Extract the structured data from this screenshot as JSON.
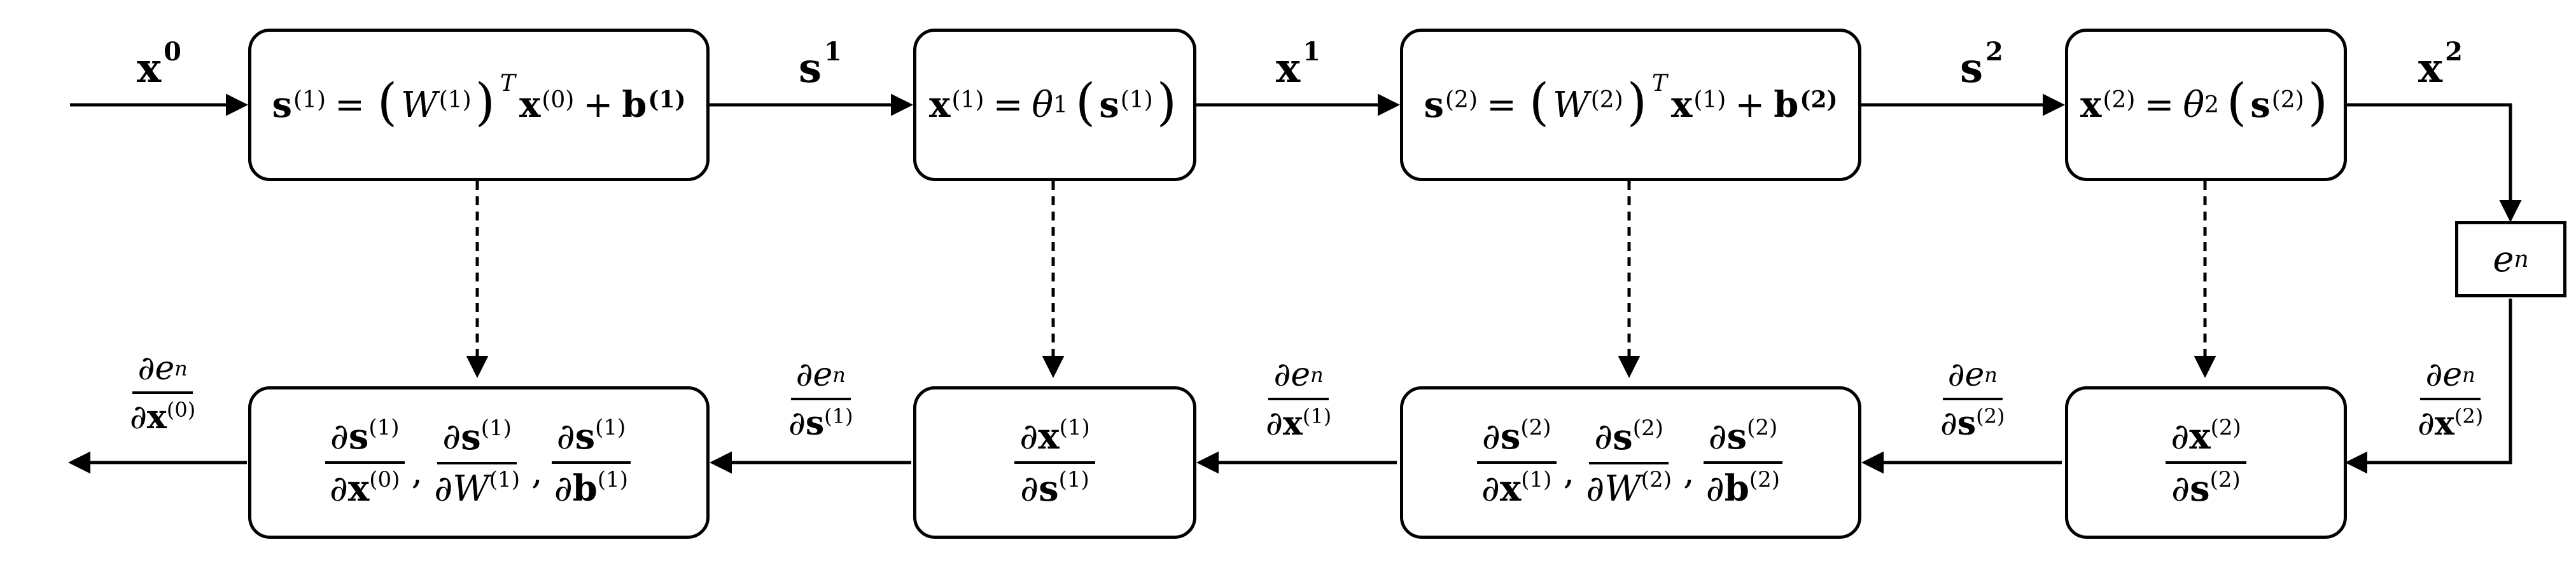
{
  "forward": {
    "in_label": {
      "base": "x",
      "sup": "0"
    },
    "s1_label": {
      "base": "s",
      "sup": "1"
    },
    "x1_label": {
      "base": "x",
      "sup": "1"
    },
    "s2_label": {
      "base": "s",
      "sup": "2"
    },
    "x2_label": {
      "base": "x",
      "sup": "2"
    },
    "box1": {
      "lhs": "s",
      "lhs_sup": "(1)",
      "eq": "=",
      "W": "W",
      "W_sup": "(1)",
      "T": "T",
      "x": "x",
      "x_sup": "(0)",
      "plus": "+",
      "b": "b",
      "b_sup": "(1)"
    },
    "box2": {
      "lhs": "x",
      "lhs_sup": "(1)",
      "eq": "=",
      "theta": "θ",
      "theta_sub": "1",
      "s": "s",
      "s_sup": "(1)"
    },
    "box3": {
      "lhs": "s",
      "lhs_sup": "(2)",
      "eq": "=",
      "W": "W",
      "W_sup": "(2)",
      "T": "T",
      "x": "x",
      "x_sup": "(1)",
      "plus": "+",
      "b": "b",
      "b_sup": "(2)"
    },
    "box4": {
      "lhs": "x",
      "lhs_sup": "(2)",
      "eq": "=",
      "theta": "θ",
      "theta_sub": "2",
      "s": "s",
      "s_sup": "(2)"
    }
  },
  "loss": {
    "e": "e",
    "sub": "n"
  },
  "backward": {
    "d": "∂",
    "e": "e",
    "n": "n",
    "grad_x2": {
      "var": "x",
      "sup": "(2)"
    },
    "grad_s2": {
      "var": "s",
      "sup": "(2)"
    },
    "grad_x1": {
      "var": "x",
      "sup": "(1)"
    },
    "grad_s1": {
      "var": "s",
      "sup": "(1)"
    },
    "grad_x0": {
      "var": "x",
      "sup": "(0)"
    },
    "bbox4": {
      "num": "x",
      "num_sup": "(2)",
      "den": "s",
      "den_sup": "(2)"
    },
    "bbox3": [
      {
        "num": "s",
        "num_sup": "(2)",
        "den": "x",
        "den_sup": "(1)"
      },
      {
        "num": "s",
        "num_sup": "(2)",
        "den": "W",
        "den_sup": "(2)"
      },
      {
        "num": "s",
        "num_sup": "(2)",
        "den": "b",
        "den_sup": "(2)"
      }
    ],
    "bbox2": {
      "num": "x",
      "num_sup": "(1)",
      "den": "s",
      "den_sup": "(1)"
    },
    "bbox1": [
      {
        "num": "s",
        "num_sup": "(1)",
        "den": "x",
        "den_sup": "(0)"
      },
      {
        "num": "s",
        "num_sup": "(1)",
        "den": "W",
        "den_sup": "(1)"
      },
      {
        "num": "s",
        "num_sup": "(1)",
        "den": "b",
        "den_sup": "(1)"
      }
    ],
    "comma": ","
  }
}
